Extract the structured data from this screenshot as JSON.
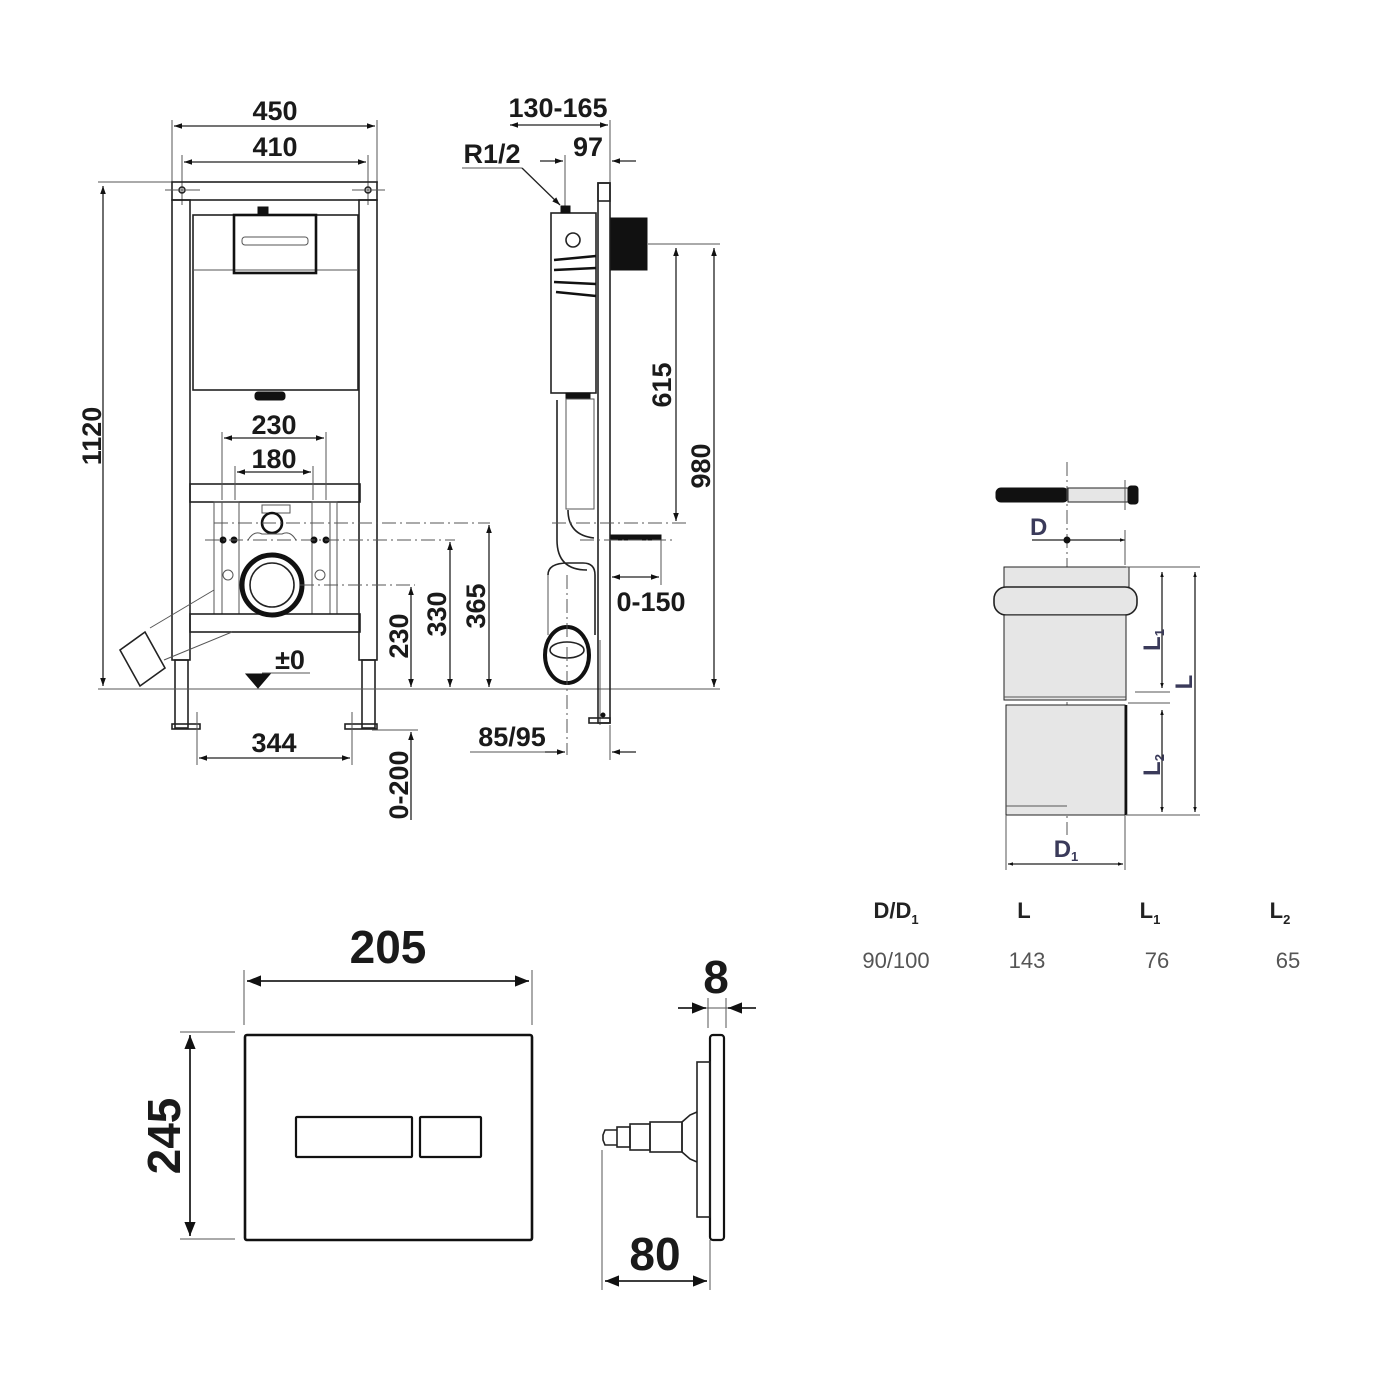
{
  "front_view": {
    "overall_width": "450",
    "frame_width": "410",
    "height": "1120",
    "bolt_spacing_outer": "230",
    "bolt_spacing_inner": "180",
    "floor_level": "±0",
    "foot_spacing": "344",
    "feed_height": "230",
    "outlet_height_1": "330",
    "outlet_height_2": "365",
    "leg_adjustment": "0-200"
  },
  "side_view": {
    "depth_range": "130-165",
    "inlet_offset": "97",
    "inlet_thread": "R1/2",
    "button_height": "615",
    "top_height": "980",
    "wall_offset_range": "0-150",
    "foot_depth": "85/95"
  },
  "pipe_connector": {
    "labels": {
      "d": "D",
      "d1": "D",
      "d1_sub": "1",
      "l": "L",
      "l1": "L",
      "l1_sub": "1",
      "l2": "L",
      "l2_sub": "2"
    },
    "table": {
      "headers": [
        {
          "main": "D/D",
          "sub": "1"
        },
        {
          "main": "L",
          "sub": ""
        },
        {
          "main": "L",
          "sub": "1"
        },
        {
          "main": "L",
          "sub": "2"
        }
      ],
      "rows": [
        [
          "90/100",
          "143",
          "76",
          "65"
        ]
      ]
    }
  },
  "flush_plate": {
    "width": "205",
    "height": "245",
    "thickness": "8",
    "depth": "80"
  }
}
